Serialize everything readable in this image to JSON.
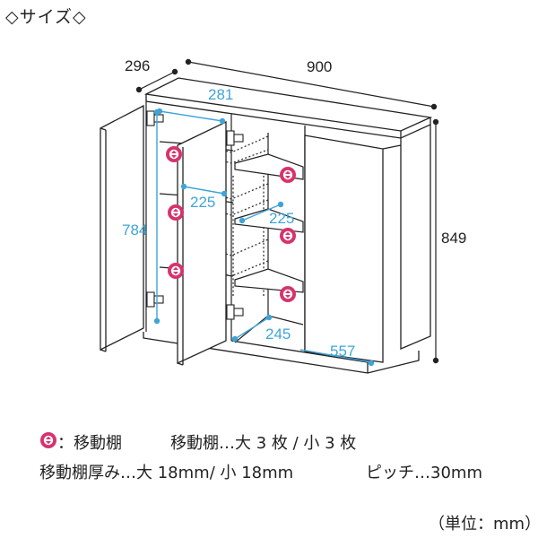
{
  "title": "◇サイズ◇",
  "dimensions": {
    "depth": "296",
    "width": "900",
    "height": "849",
    "inner_depth": "281",
    "inner_height": "784",
    "shelf_depth_left": "225",
    "shelf_depth_right": "225",
    "bottom_depth": "245",
    "inner_width": "557"
  },
  "legend": {
    "marker_label": "：移動棚",
    "shelf_count": "移動棚…大 3 枚 / 小 3 枚",
    "thickness": "移動棚厚み…大 18mm/ 小 18mm",
    "pitch": "ピッチ…30mm"
  },
  "unit": "（単位：mm）",
  "colors": {
    "accent_blue": "#3fa4d8",
    "marker_pink": "#d6336c",
    "line": "#222222"
  }
}
